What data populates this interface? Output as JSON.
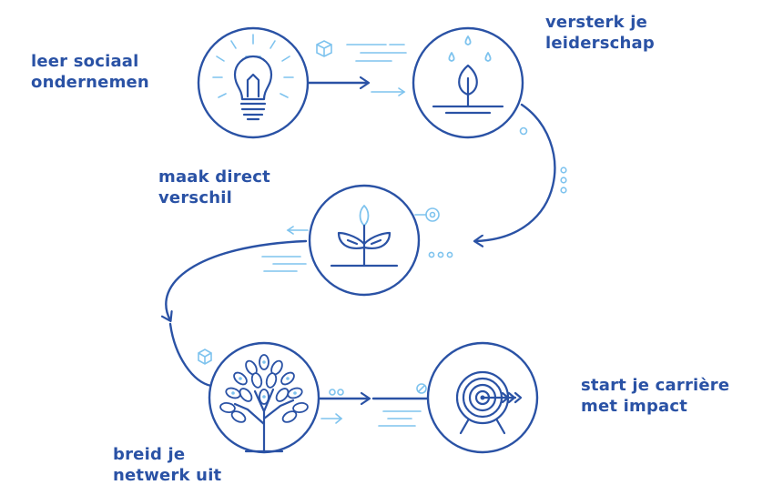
{
  "colors": {
    "primary": "#2a52a5",
    "accent": "#7ec3ee"
  },
  "steps": [
    {
      "icon": "lightbulb-icon",
      "line1": "leer sociaal",
      "line2": "ondernemen"
    },
    {
      "icon": "sprout-drops-icon",
      "line1": "versterk je",
      "line2": "leiderschap"
    },
    {
      "icon": "plant-icon",
      "line1": "maak direct",
      "line2": "verschil"
    },
    {
      "icon": "tree-icon",
      "line1": "breid je",
      "line2": "netwerk uit"
    },
    {
      "icon": "target-arrow-icon",
      "line1": "start je carrière",
      "line2": "met impact"
    }
  ]
}
